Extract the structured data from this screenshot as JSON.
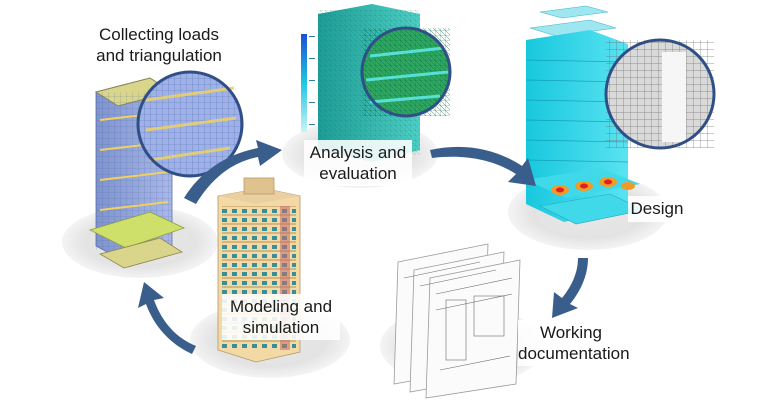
{
  "stages": {
    "collecting": {
      "line1": "Collecting loads",
      "line2": "and triangulation"
    },
    "analysis": {
      "line1": "Analysis and",
      "line2": "evaluation"
    },
    "design": {
      "line1": "Design"
    },
    "working": {
      "line1": "Working",
      "line2": "documentation"
    },
    "modeling": {
      "line1": "Modeling and",
      "line2": "simulation"
    }
  },
  "colors": {
    "arrow": "#3a5e8c",
    "platform": "#e6e6e6",
    "building_blue": "#8fa3d9",
    "analysis_cyan": "#2bb7b0",
    "design_cyan": "#1fd3e6",
    "model_cream": "#f2d9a6",
    "model_teal": "#3a8f96"
  }
}
